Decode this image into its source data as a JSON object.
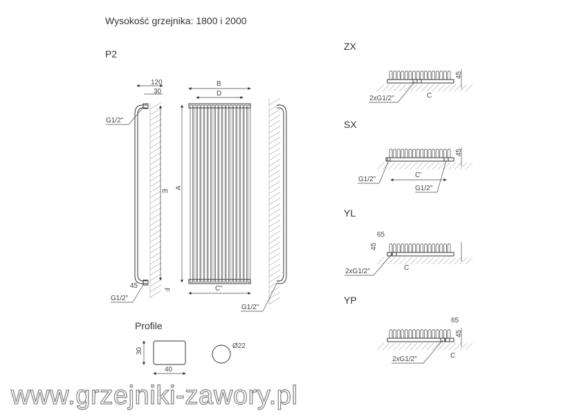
{
  "title": "Wysokość grzejnika: 1800 i 2000",
  "model": "P2",
  "side_view": {
    "dim_depth": "120",
    "dim_wall": "30",
    "connection_top": "G1/2\"",
    "connection_bottom": "G1/2\"",
    "dim_bottom": "45",
    "label_e": "E",
    "label_f": "F"
  },
  "front_view": {
    "label_b": "B",
    "label_d": "D",
    "label_a": "A",
    "label_c2": "C\""
  },
  "right_side_view": {
    "connection": "G1/2\""
  },
  "profile": {
    "title": "Profile",
    "dim_height": "30",
    "dim_width": "40",
    "dim_diameter": "Ø22"
  },
  "variants": [
    {
      "name": "ZX",
      "dim_height": "45",
      "connection": "2xG1/2\"",
      "dim_c": "C"
    },
    {
      "name": "SX",
      "dim_height": "45",
      "connection_left": "G1/2\"",
      "dim_c1": "C'",
      "connection_right": "G1/2\""
    },
    {
      "name": "YL",
      "dim_offset": "65",
      "dim_height": "45",
      "connection": "2xG1/2\"",
      "dim_c": "C"
    },
    {
      "name": "YP",
      "dim_offset": "65",
      "dim_height": "45",
      "connection": "2xG1/2\"",
      "dim_c": "C"
    }
  ],
  "watermark": "www.grzejniki-zawory.pl"
}
